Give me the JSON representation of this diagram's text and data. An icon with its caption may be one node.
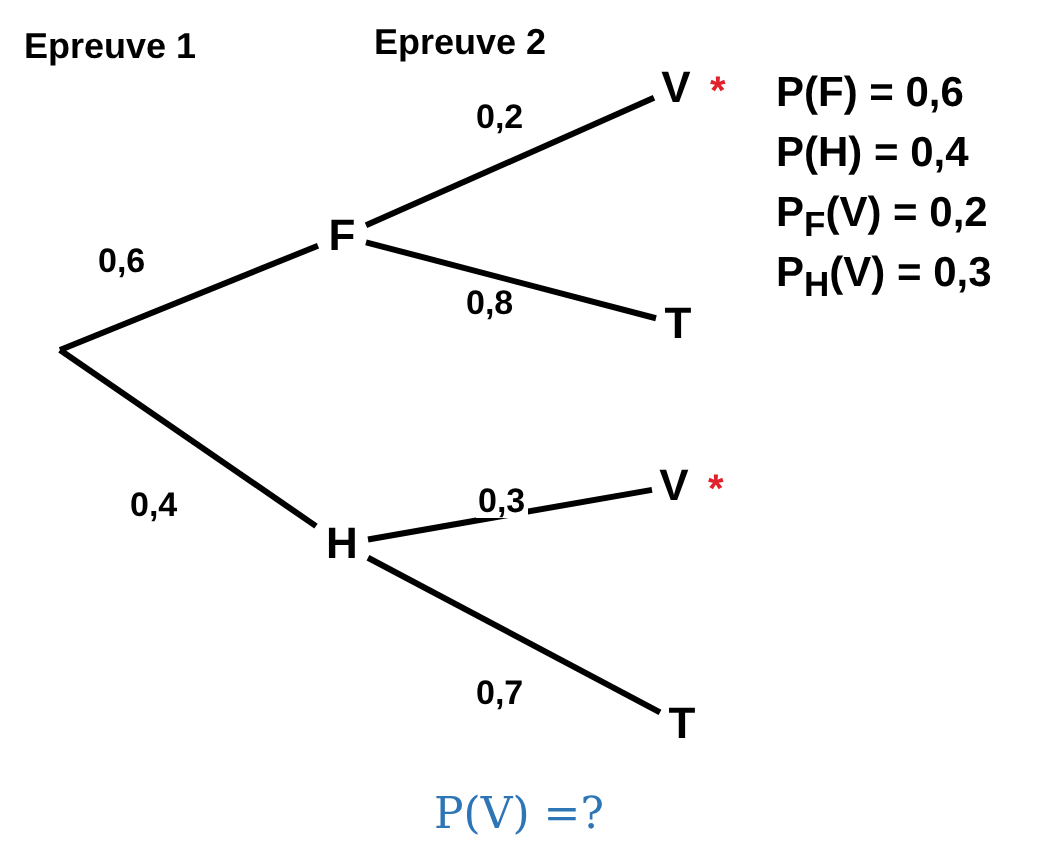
{
  "diagram": {
    "caption": "P(V) =?",
    "nodes": [
      {
        "text": [
          "F"
        ]
      },
      {
        "text": [
          "H"
        ]
      },
      {
        "text": [
          "V"
        ],
        "beside": [
          "*"
        ]
      },
      {
        "text": [
          "T"
        ]
      },
      {
        "text": [
          "V"
        ],
        "beside": [
          "*"
        ]
      },
      {
        "text": [
          "T"
        ]
      }
    ],
    "edges": [
      {
        "from": null,
        "to": 0,
        "arrow": "none",
        "label": "0,6"
      },
      {
        "from": null,
        "to": 1,
        "arrow": "none",
        "label": "0,4"
      },
      {
        "from": 0,
        "to": 2,
        "arrow": "none",
        "label": "0,2"
      },
      {
        "from": 0,
        "to": 3,
        "arrow": "none",
        "label": "0,8"
      },
      {
        "from": 1,
        "to": 4,
        "arrow": "none",
        "label": "0,3"
      },
      {
        "from": 1,
        "to": 5,
        "arrow": "none",
        "label": "0,7"
      }
    ],
    "labels": [
      "Epreuve 1",
      "Epreuve 2",
      "P(F) = 0,6",
      "P(H) = 0,4",
      "P$_{F}$(V) = 0,2",
      "P$_{H}$(V) = 0,3"
    ]
  }
}
